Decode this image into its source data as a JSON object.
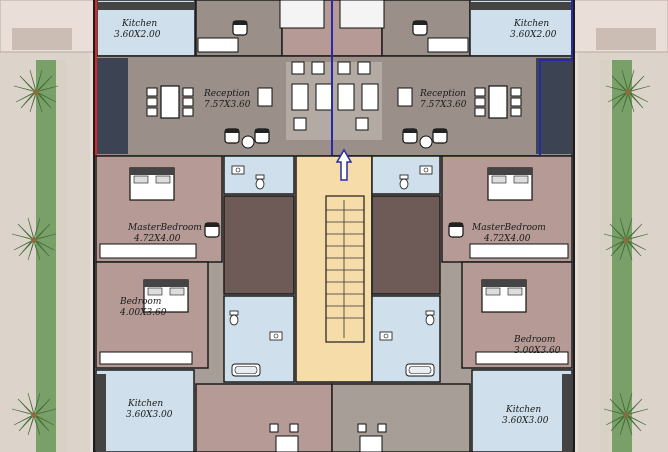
{
  "rooms": {
    "kitchen_top_left": {
      "name": "Kitchen",
      "size": "3.60X2.00"
    },
    "kitchen_top_right": {
      "name": "Kitchen",
      "size": "3.60X2.00"
    },
    "reception_left": {
      "name": "Reception",
      "size": "7.57X3.60"
    },
    "reception_right": {
      "name": "Reception",
      "size": "7.57X3.60"
    },
    "master_left": {
      "name": "MasterBedroom",
      "size": "4.72X4.00"
    },
    "master_right": {
      "name": "MasterBedroom",
      "size": "4.72X4.00"
    },
    "bedroom_left": {
      "name": "Bedroom",
      "size": "4.00X3.60"
    },
    "bedroom_right": {
      "name": "Bedroom",
      "size": "3.00X3.60"
    },
    "kitchen_bottom_left": {
      "name": "Kitchen",
      "size": "3.60X3.00"
    },
    "kitchen_bottom_right": {
      "name": "Kitchen",
      "size": "3.60X3.00"
    }
  },
  "colors": {
    "landscape": "#e7ddd6",
    "path": "#d8d2c4",
    "garden": "#7aa06a",
    "wall": "#2a2a2a",
    "room_grey": "#9a9089",
    "room_mauve": "#b69a96",
    "kitchen": "#cfe0ec",
    "stair_hall": "#f6dca8",
    "core_dark": "#6e5b58",
    "outline_red": "#d8262a",
    "outline_blue": "#2a2aa8"
  },
  "icons": [
    "palm-tree-icon",
    "dining-table-icon",
    "bed-icon",
    "armchair-icon",
    "toilet-icon",
    "bathtub-icon",
    "sink-icon",
    "arrow-up-icon"
  ]
}
